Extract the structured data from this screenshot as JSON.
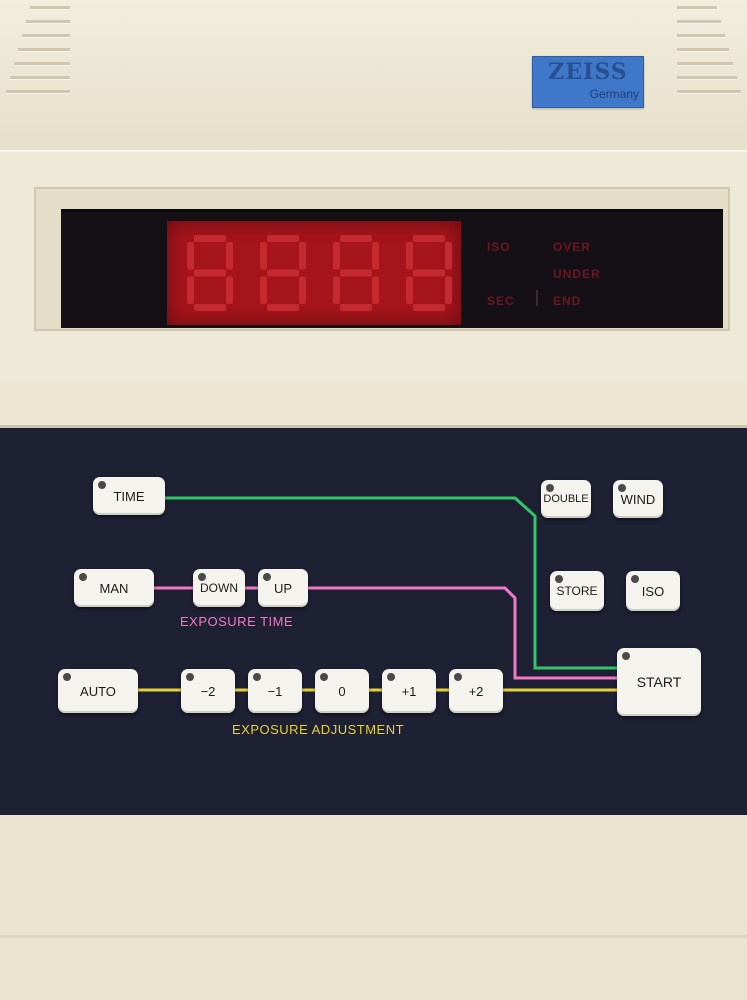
{
  "brand": {
    "logo_text": "ZEISS",
    "country_label": "Germany"
  },
  "display": {
    "digits": [
      "8",
      "8",
      "8",
      "8"
    ],
    "indicators": {
      "iso": "ISO",
      "sec": "SEC",
      "over": "OVER",
      "under": "UNDER",
      "end": "END"
    }
  },
  "buttons": {
    "time": "TIME",
    "man": "MAN",
    "down": "DOWN",
    "up": "UP",
    "auto": "AUTO",
    "minus2": "−2",
    "minus1": "−1",
    "zero": "0",
    "plus1": "+1",
    "plus2": "+2",
    "double": "DOUBLE",
    "wind": "WIND",
    "store": "STORE",
    "iso": "ISO",
    "start": "START"
  },
  "captions": {
    "exposure_time": "EXPOSURE TIME",
    "exposure_adjustment": "EXPOSURE ADJUSTMENT"
  },
  "colors": {
    "housing": "#ece6d4",
    "panel": "#1e2033",
    "led_red": "#a6141c",
    "trace_green": "#34c46a",
    "trace_pink": "#f07ac8",
    "trace_yellow": "#e6d23a",
    "badge_blue": "#3f78c8"
  }
}
